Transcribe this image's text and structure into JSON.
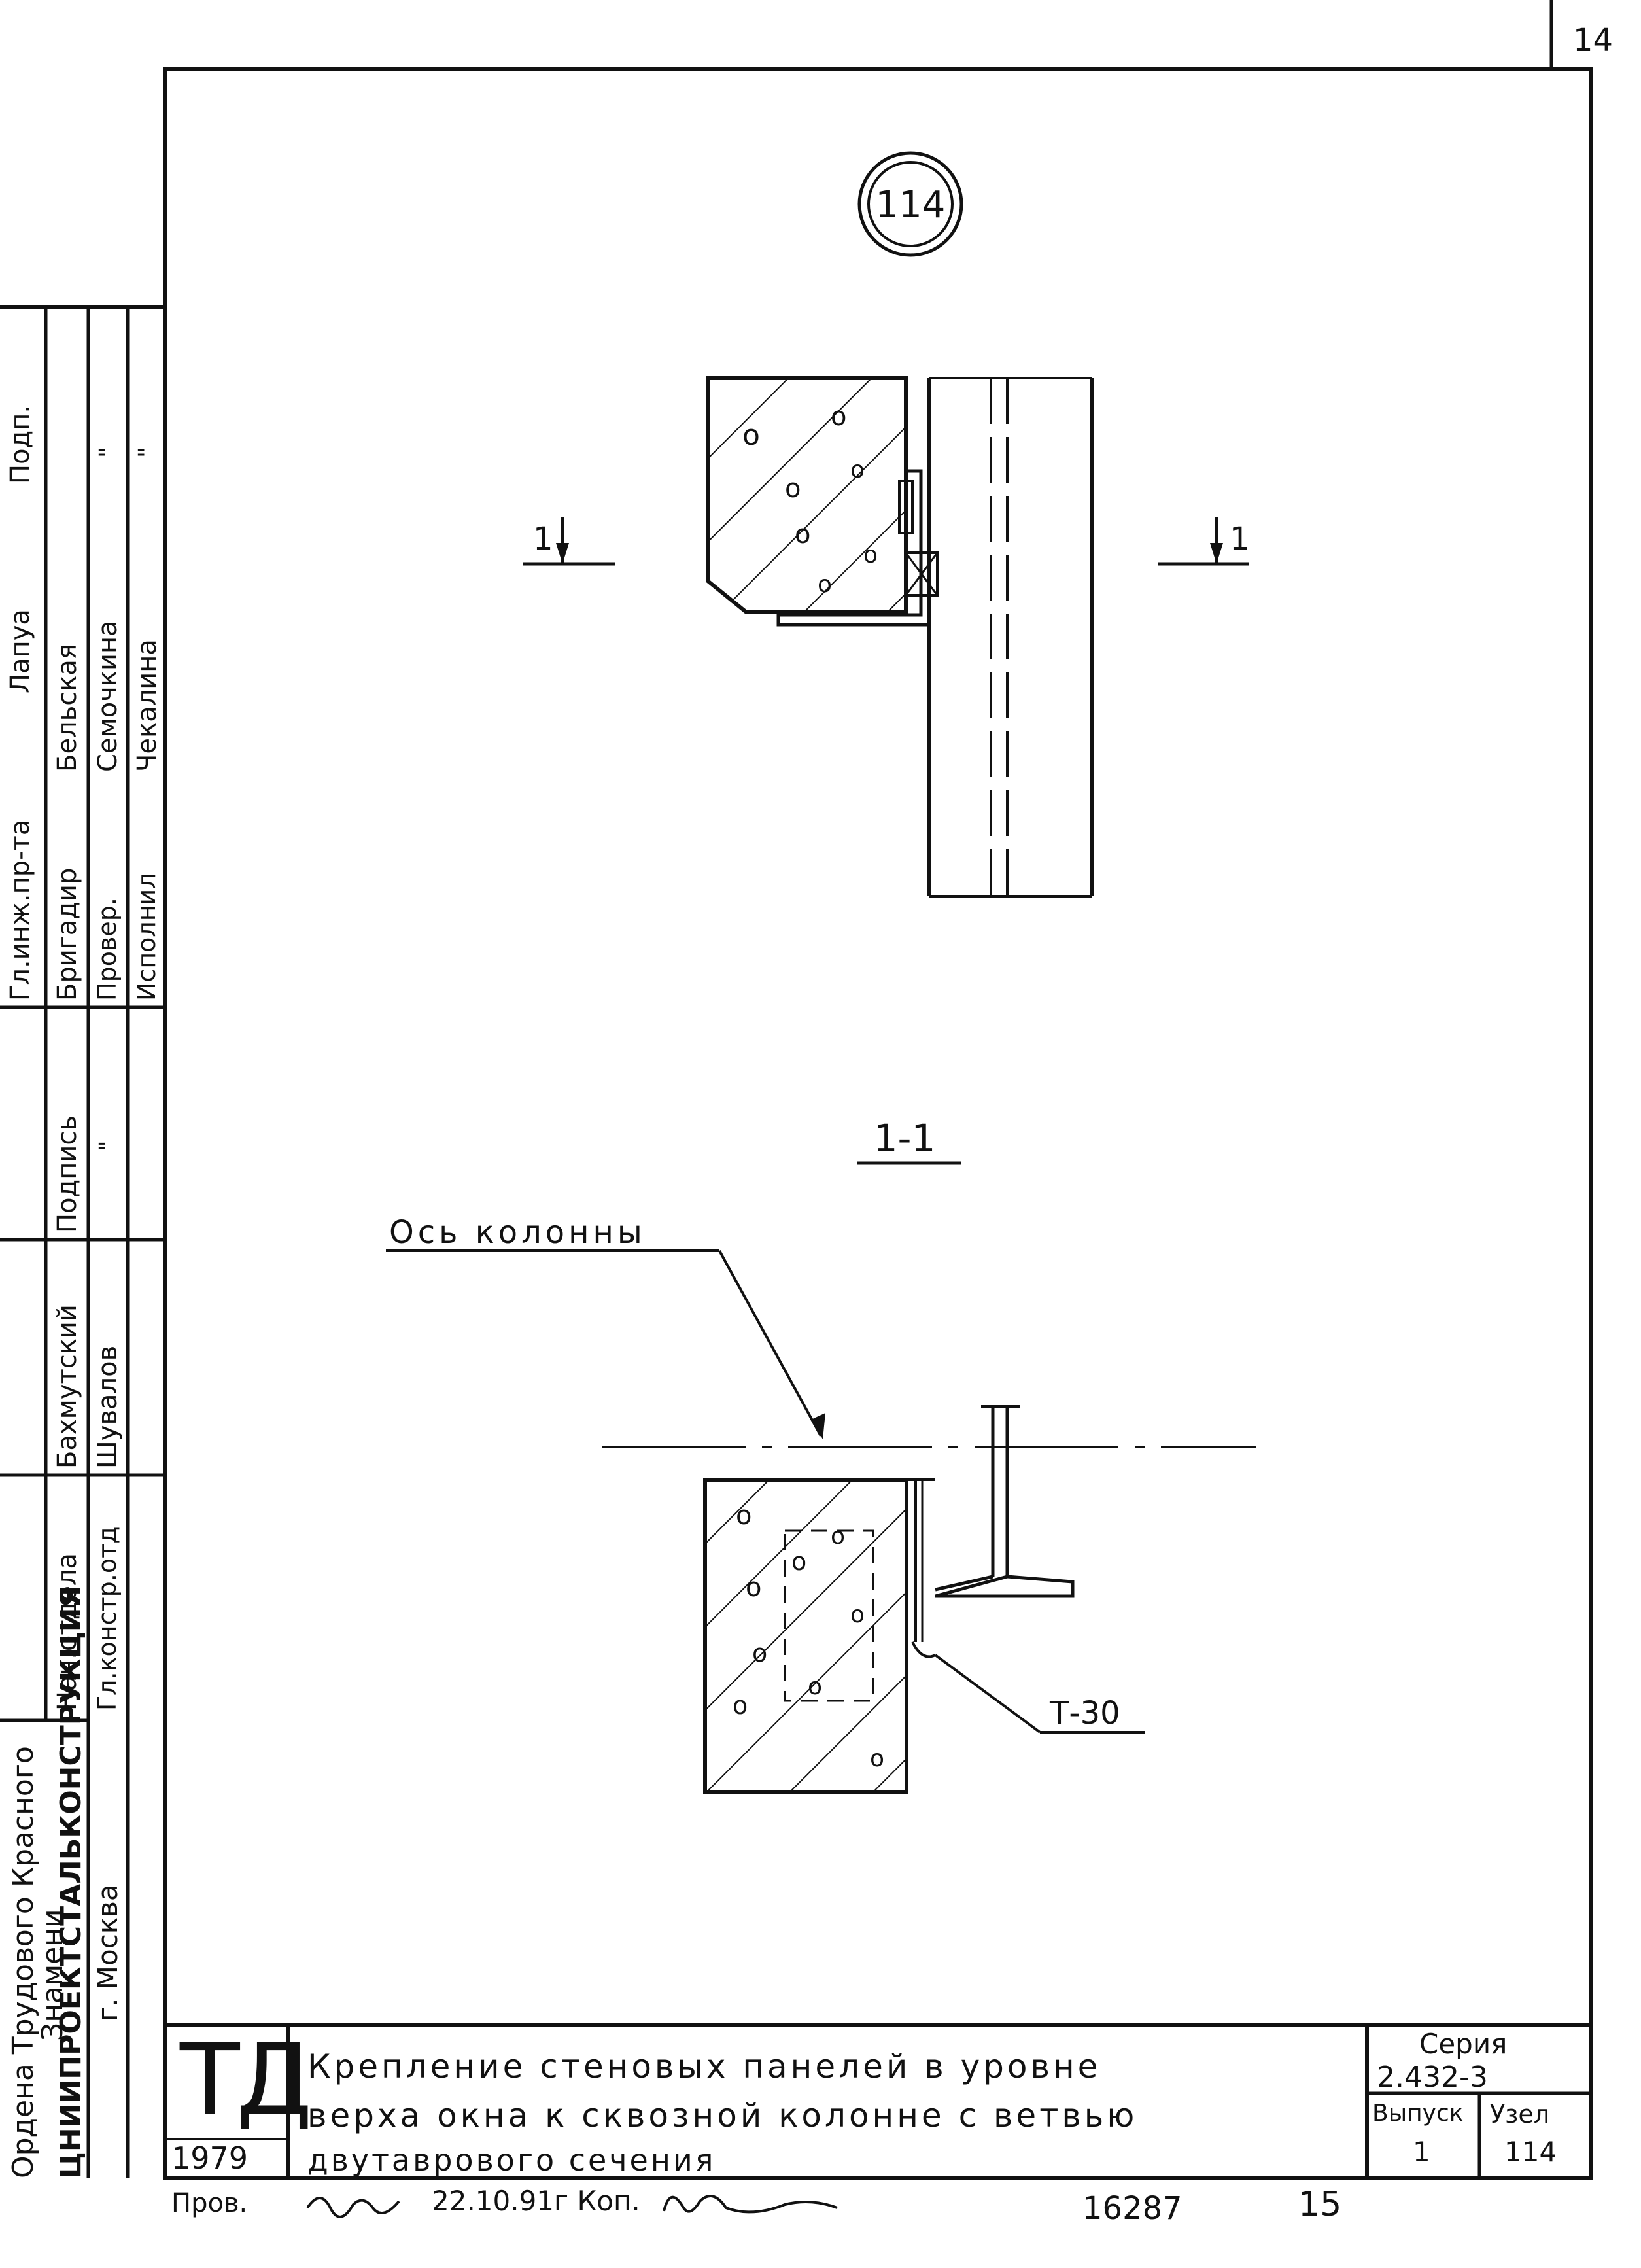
{
  "sheet_number": "14",
  "node_marker": "114",
  "section_marks": {
    "left": "1",
    "right": "1"
  },
  "section_title": "1-1",
  "axis_label": "Ось колонны",
  "callout_label": "Т-30",
  "stamp": {
    "org_line1": "Ордена Трудового Красного",
    "org_line2": "Знамени",
    "org_line3": "ЦНИИПРОЕКТСТАЛЬКОНСТРУКЦИЯ",
    "org_line4": "г. Москва",
    "rows": [
      {
        "role": "Нач.отдела",
        "name": "Бахмутский",
        "sign": "Подпись"
      },
      {
        "role": "Гл.констр.отд",
        "name": "Шувалов",
        "sign": "\""
      },
      {
        "role": "Бригадир",
        "name": "Бельская",
        "sign": "\""
      },
      {
        "role": "Провер.",
        "name": "Семочкина",
        "sign": "\""
      },
      {
        "role": "Исполнил",
        "name": "Чекалина",
        "sign": "\""
      }
    ],
    "partial_labels": [
      "Гл.инж.пр-та",
      "Лапуа",
      "Подп."
    ]
  },
  "title_block": {
    "logo": "ТД",
    "year": "1979",
    "title_line1": "Крепление стеновых панелей в уровне",
    "title_line2": "верха окна к сквозной колонне с ветвью",
    "title_line3": "двутаврового сечения",
    "series_label": "Серия",
    "series_value": "2.432-3",
    "issue_label": "Выпуск",
    "issue_value": "1",
    "node_label": "Узел",
    "node_value": "114"
  },
  "footer": {
    "checked_label": "Пров.",
    "date_copy": "22.10.91г Коп.",
    "inventory_number": "16287",
    "page_number": "15"
  }
}
